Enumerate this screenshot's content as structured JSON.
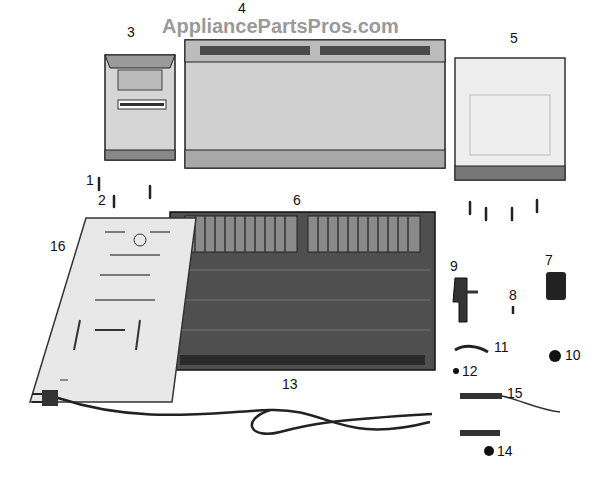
{
  "diagram": {
    "labels": [
      "AppliancePartsPros.com",
      "3",
      "4",
      "5",
      "1",
      "2",
      "6",
      "16",
      "9",
      "8",
      "7",
      "11",
      "10",
      "12",
      "15",
      "13",
      "14"
    ]
  }
}
